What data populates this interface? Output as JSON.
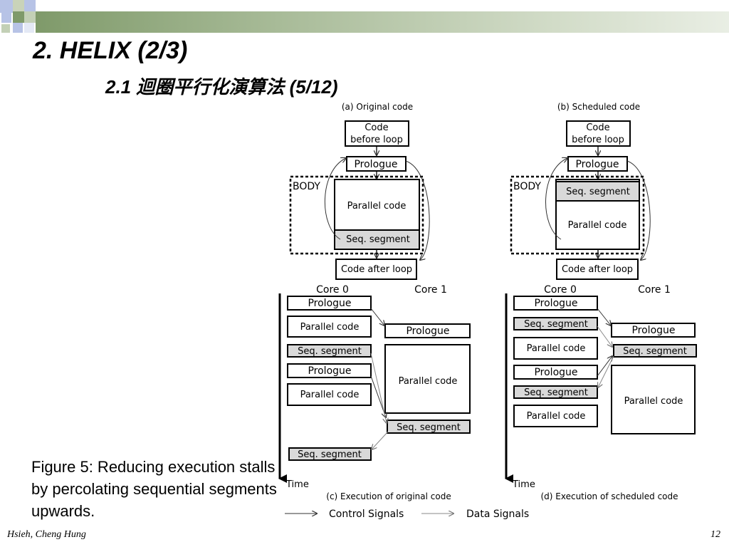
{
  "slide": {
    "title": "2. HELIX (2/3)",
    "subtitle": "2.1 迴圈平行化演算法 (5/12)",
    "caption": "Figure 5: Reducing execution stalls by percolating sequential segments upwards.",
    "footer_author": "Hsieh, Cheng Hung",
    "page_number": "12"
  },
  "figure": {
    "a": {
      "title": "(a) Original code",
      "code_before_1": "Code",
      "code_before_2": "before loop",
      "prologue": "Prologue",
      "body": "BODY",
      "parallel": "Parallel code",
      "seq": "Seq. segment",
      "after": "Code after loop"
    },
    "b": {
      "title": "(b) Scheduled code",
      "code_before_1": "Code",
      "code_before_2": "before loop",
      "prologue": "Prologue",
      "body": "BODY",
      "seq": "Seq. segment",
      "parallel": "Parallel code",
      "after": "Code after loop"
    },
    "c": {
      "core0": "Core 0",
      "core1": "Core 1",
      "c0_prologue1": "Prologue",
      "c0_parallel1": "Parallel code",
      "c0_seq1": "Seq. segment",
      "c0_prologue2": "Prologue",
      "c0_parallel2": "Parallel code",
      "c0_seq2": "Seq. segment",
      "c1_prologue": "Prologue",
      "c1_parallel": "Parallel code",
      "c1_seq": "Seq. segment",
      "time": "Time",
      "title": "(c) Execution of original code"
    },
    "d": {
      "core0": "Core 0",
      "core1": "Core 1",
      "c0_prologue1": "Prologue",
      "c0_seq1": "Seq. segment",
      "c0_parallel1": "Parallel code",
      "c0_prologue2": "Prologue",
      "c0_seq2": "Seq. segment",
      "c0_parallel2": "Parallel code",
      "c1_prologue": "Prologue",
      "c1_seq": "Seq. segment",
      "c1_parallel": "Parallel code",
      "time": "Time",
      "title": "(d) Execution of scheduled code"
    },
    "legend": {
      "control": "Control Signals",
      "data": "Data Signals"
    }
  },
  "colors": {
    "theme_green_dark": "#7f9a6a",
    "theme_green_light": "#c3d0b6",
    "theme_blue": "#b7c3e6",
    "seq_fill": "#d9d9d9"
  }
}
